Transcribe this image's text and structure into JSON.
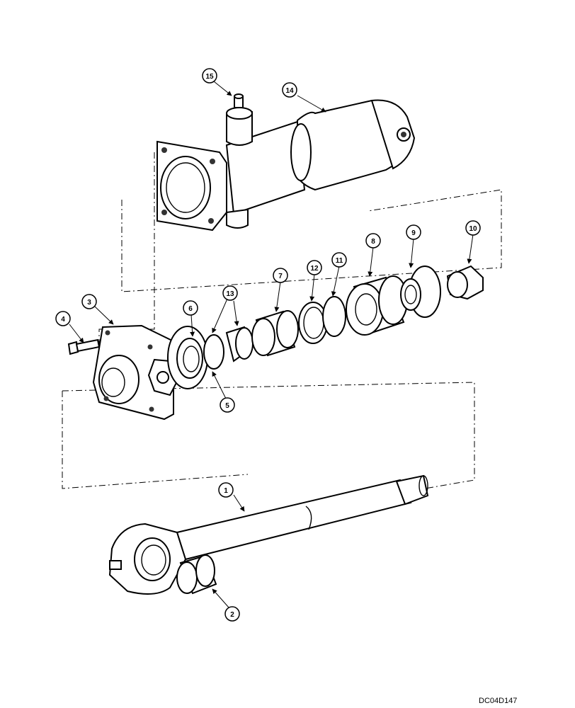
{
  "callouts": [
    {
      "label": "1"
    },
    {
      "label": "2"
    },
    {
      "label": "3"
    },
    {
      "label": "4"
    },
    {
      "label": "5"
    },
    {
      "label": "6"
    },
    {
      "label": "7"
    },
    {
      "label": "8"
    },
    {
      "label": "9"
    },
    {
      "label": "10"
    },
    {
      "label": "11"
    },
    {
      "label": "12"
    },
    {
      "label": "13"
    },
    {
      "label": "14"
    },
    {
      "label": "15"
    }
  ],
  "drawing_code": "DC04D147"
}
